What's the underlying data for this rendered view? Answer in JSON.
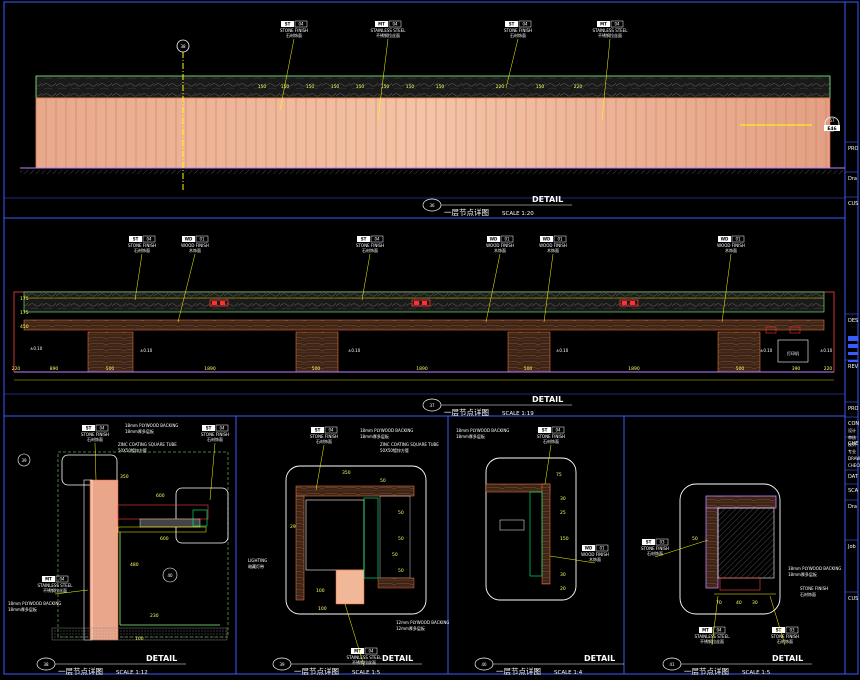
{
  "title_block": {
    "labels": [
      "PRO",
      "Dra",
      "CUS",
      "DES",
      "REV",
      "PRO",
      "CON",
      "CHE",
      "DAT",
      "SCA",
      "Dra",
      "Job",
      "CUS"
    ],
    "notes": [
      "设计",
      "审核",
      "校对",
      "专业",
      "DRAWN",
      "CHECK"
    ]
  },
  "details": [
    {
      "number": "36",
      "heading": "DETAIL",
      "cn_title": "一层节点详图",
      "scale": "SCALE 1:20"
    },
    {
      "number": "37",
      "heading": "DETAIL",
      "cn_title": "一层节点详图",
      "scale": "SCALE 1:19"
    },
    {
      "number": "38",
      "heading": "DETAIL",
      "cn_title": "一层节点详图",
      "scale": "SCALE 1:12"
    },
    {
      "number": "39",
      "heading": "DETAIL",
      "cn_title": "一层节点详图",
      "scale": "SCALE 1:5"
    },
    {
      "number": "40",
      "heading": "DETAIL",
      "cn_title": "一层节点详图",
      "scale": "SCALE 1:4"
    },
    {
      "number": "41",
      "heading": "DETAIL",
      "cn_title": "一层节点详图",
      "scale": "SCALE 1:5"
    }
  ],
  "detail36": {
    "tags": [
      {
        "code": "ST",
        "num": "04",
        "name": "STONE FINISH",
        "cn": "石材饰面"
      },
      {
        "code": "MT",
        "num": "04",
        "name": "STAINLESS STEEL",
        "cn": "不锈钢拉丝面"
      },
      {
        "code": "ST",
        "num": "04",
        "name": "STONE FINISH",
        "cn": "石材饰面"
      },
      {
        "code": "MT",
        "num": "04",
        "name": "STAINLESS STEEL",
        "cn": "不锈钢拉丝面"
      }
    ],
    "dims": [
      "150",
      "150",
      "150",
      "150",
      "150",
      "150",
      "150",
      "150",
      "220",
      "150",
      "220"
    ],
    "section_ref": "38",
    "side_ref": {
      "top": "57",
      "bottom": "E46"
    }
  },
  "detail37": {
    "tags": [
      {
        "code": "ST",
        "num": "04",
        "name": "STONE FINISH",
        "cn": "石材饰面"
      },
      {
        "code": "WD",
        "num": "01",
        "name": "WOOD FINISH",
        "cn": "木饰面"
      },
      {
        "code": "ST",
        "num": "04",
        "name": "STONE FINISH",
        "cn": "石材饰面"
      },
      {
        "code": "WD",
        "num": "01",
        "name": "WOOD FINISH",
        "cn": "木饰面"
      },
      {
        "code": "WD",
        "num": "01",
        "name": "WOOD FINISH",
        "cn": "木饰面"
      },
      {
        "code": "WD",
        "num": "01",
        "name": "WOOD FINISH",
        "cn": "木饰面"
      }
    ],
    "dims_bottom": [
      "220",
      "890",
      "500",
      "1890",
      "500",
      "1890",
      "500",
      "1890",
      "500",
      "390",
      "220"
    ],
    "dims_side": [
      "175",
      "175",
      "450"
    ],
    "levels": [
      "±0.10",
      "±0.10",
      "±0.10",
      "±0.10",
      "±0.10",
      "±0.10"
    ],
    "outlet_label": "插座",
    "equipment_label": "打印机"
  },
  "detail38": {
    "notes": [
      "18mm PLYWOOD BACKING",
      "18mm厚多层板",
      "ZINC COATING SQUARE TUBE",
      "50X50镀锌方管",
      "18mm PLYWOOD BACKING",
      "18mm厚多层板"
    ],
    "tags": [
      {
        "code": "ST",
        "num": "04",
        "name": "STONE FINISH",
        "cn": "石材饰面"
      },
      {
        "code": "ST",
        "num": "04",
        "name": "STONE FINISH",
        "cn": "石材饰面"
      },
      {
        "code": "MT",
        "num": "04",
        "name": "STAINLESS STEEL",
        "cn": "不锈钢拉丝面"
      }
    ],
    "dims": [
      "350",
      "600",
      "600",
      "480",
      "230",
      "100"
    ],
    "callouts": [
      "39",
      "40"
    ]
  },
  "detail39": {
    "notes": [
      "18mm PLYWOOD BACKING",
      "18mm厚多层板",
      "ZINC COATING SQUARE TUBE",
      "50X50镀锌方管",
      "LIGHTING",
      "暗藏灯带",
      "12mm PLYWOOD BACKING",
      "12mm厚多层板"
    ],
    "tags": [
      {
        "code": "ST",
        "num": "04",
        "name": "STONE FINISH",
        "cn": "石材饰面"
      },
      {
        "code": "MT",
        "num": "04",
        "name": "STAINLESS STEEL",
        "cn": "不锈钢拉丝面"
      }
    ],
    "dims": [
      "350",
      "50",
      "50",
      "50",
      "100",
      "50",
      "50",
      "100",
      "29"
    ]
  },
  "detail40": {
    "notes": [
      "18mm PLYWOOD BACKING",
      "18mm厚多层板"
    ],
    "tags": [
      {
        "code": "ST",
        "num": "04",
        "name": "STONE FINISH",
        "cn": "石材饰面"
      },
      {
        "code": "WD",
        "num": "01",
        "name": "WOOD FINISH",
        "cn": "木饰面"
      }
    ],
    "dims": [
      "75",
      "30",
      "25",
      "150",
      "30",
      "20"
    ]
  },
  "detail41": {
    "notes": [
      "18mm PLYWOOD BACKING",
      "18mm厚多层板",
      "STONE FINISH",
      "石材饰面"
    ],
    "tags": [
      {
        "code": "ST",
        "num": "03",
        "name": "STONE FINISH",
        "cn": "石材饰面"
      },
      {
        "code": "MT",
        "num": "04",
        "name": "STAINLESS STEEL",
        "cn": "不锈钢拉丝面"
      },
      {
        "code": "ST",
        "num": "03",
        "name": "STONE FINISH",
        "cn": "石材饰面"
      }
    ],
    "dims": [
      "70",
      "40",
      "30",
      "50"
    ]
  }
}
